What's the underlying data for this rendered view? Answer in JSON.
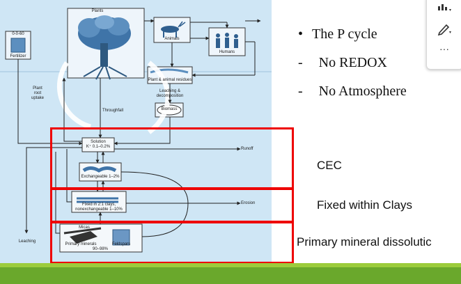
{
  "slide": {
    "bullets": [
      {
        "marker": "•",
        "text": "The P cycle"
      },
      {
        "marker": "-",
        "text": "No REDOX"
      },
      {
        "marker": "-",
        "text": "No Atmosphere"
      }
    ],
    "captions": {
      "cec": "CEC",
      "fixed": "Fixed within Clays",
      "primary": "Primary mineral dissolutic"
    }
  },
  "diagram": {
    "labels": {
      "plants": "Plants",
      "animals": "Animals",
      "humans": "Humans",
      "fertilizer_grade": "0-0-60",
      "fertilizer": "Fertilizer",
      "plant_root_uptake": "Plant\nroot\nuptake",
      "residues": "Plant & animal residues",
      "leaching_decomp": "Leaching &\ndecomposition",
      "biomass": "Biomass",
      "throughfall": "Throughfall",
      "solution": "Solution\nK⁺ 0.1–0.2%",
      "runoff": "Runoff",
      "exchangeable": "Exchangeable 1–2%",
      "fixed": "Fixed in 2:1 clays,\nnonexchangeable 1–10%",
      "erosion": "Erosion",
      "micas": "Micas",
      "primary_minerals": "Primary minerals",
      "feldspars": "Feldspars",
      "percent_primary": "90–98%",
      "leaching": "Leaching"
    }
  },
  "toolbar": {
    "more_label": "···"
  },
  "colors": {
    "diagram_bg": "#cfe6f5",
    "highlight_red": "#ee0000",
    "grass_light": "#9ccc3c",
    "grass_dark": "#6aa82c"
  },
  "icons": [
    "chart-icon",
    "pen-sparkle-icon",
    "more-icon"
  ]
}
